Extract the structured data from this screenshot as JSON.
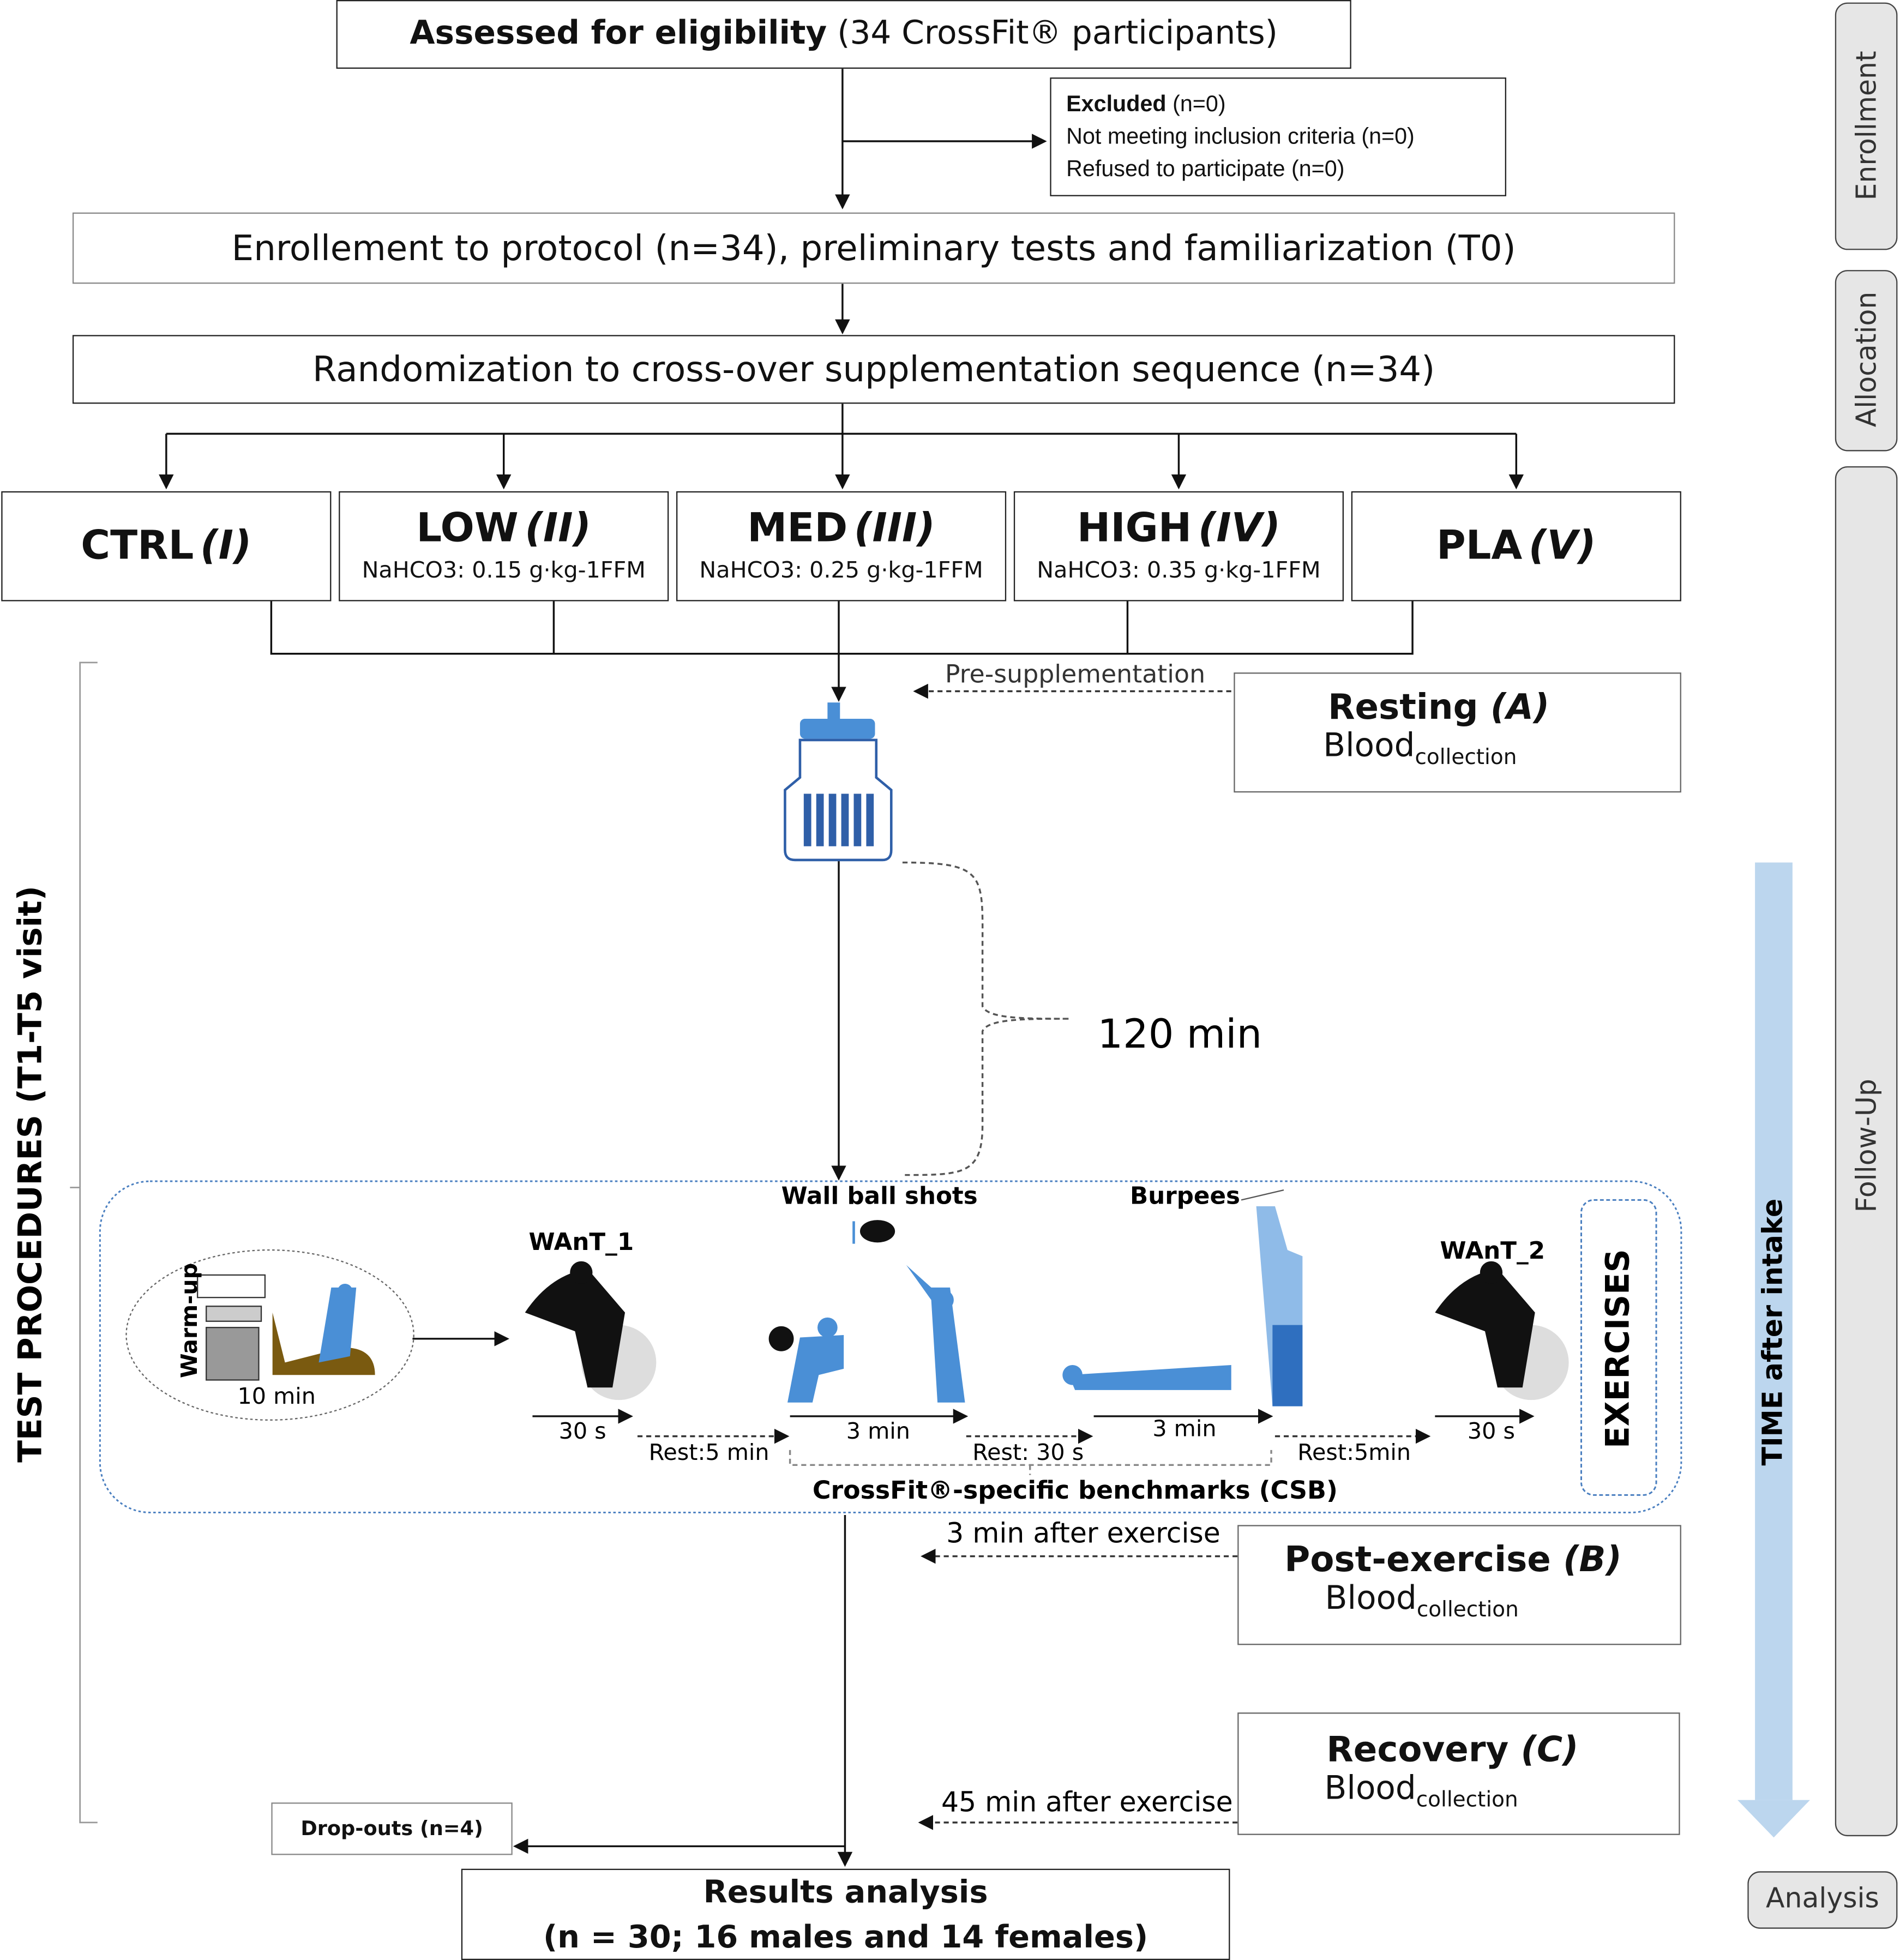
{
  "eligibility": {
    "bold": "Assessed for eligibility",
    "rest": "(34 CrossFit® participants)"
  },
  "excluded": {
    "title": "Excluded",
    "title_n": "(n=0)",
    "line1": "Not meeting inclusion criteria (n=0)",
    "line2": "Refused to participate (n=0)"
  },
  "enrollment_box": "Enrollement to protocol (n=34), preliminary tests and familiarization (T0)",
  "randomization_box": "Randomization to cross-over supplementation sequence (n=34)",
  "groups": [
    {
      "name": "CTRL",
      "roman": "(I)",
      "dose": ""
    },
    {
      "name": "LOW",
      "roman": "(II)",
      "dose": "NaHCO3: 0.15 g·kg-1FFM"
    },
    {
      "name": "MED",
      "roman": "(III)",
      "dose": "NaHCO3: 0.25 g·kg-1FFM"
    },
    {
      "name": "HIGH",
      "roman": "(IV)",
      "dose": "NaHCO3: 0.35 g·kg-1FFM"
    },
    {
      "name": "PLA",
      "roman": "(V)",
      "dose": ""
    }
  ],
  "timepoints": [
    {
      "title": "Resting",
      "letter": "(A)",
      "blood": "Blood",
      "sub": "collection",
      "arrow_label": "Pre-supplementation"
    },
    {
      "title": "Post-exercise",
      "letter": "(B)",
      "blood": "Blood",
      "sub": "collection",
      "arrow_label": "3 min after exercise"
    },
    {
      "title": "Recovery",
      "letter": "(C)",
      "blood": "Blood",
      "sub": "collection",
      "arrow_label": "45 min after exercise"
    }
  ],
  "interval": "120 min",
  "exercises": {
    "warmup": "Warm-up",
    "warmup_time": "10 min",
    "want1": "WAnT_1",
    "want2": "WAnT_2",
    "wallball": "Wall ball shots",
    "burpees": "Burpees",
    "durations": [
      "30 s",
      "3 min",
      "3 min",
      "30 s"
    ],
    "rests": [
      "Rest:5 min",
      "Rest: 30 s",
      "Rest:5min"
    ],
    "csb": "CrossFit®-specific benchmarks (CSB)",
    "label": "EXERCISES"
  },
  "test_procedures": "TEST PROCEDURES (T1-T5 visit)",
  "time_axis": "TIME after intake",
  "dropouts": "Drop-outs (n=4)",
  "results": {
    "line1": "Results analysis",
    "line2": "(n = 30; 16 males and 14 females)"
  },
  "phases": [
    "Enrollment",
    "Allocation",
    "Follow-Up",
    "Analysis"
  ],
  "colors": {
    "blood": "#cc0000",
    "bottle": "#2f5fa8",
    "time_arrow": "#bcd6ee",
    "figure_blue": "#4a8fd6"
  }
}
